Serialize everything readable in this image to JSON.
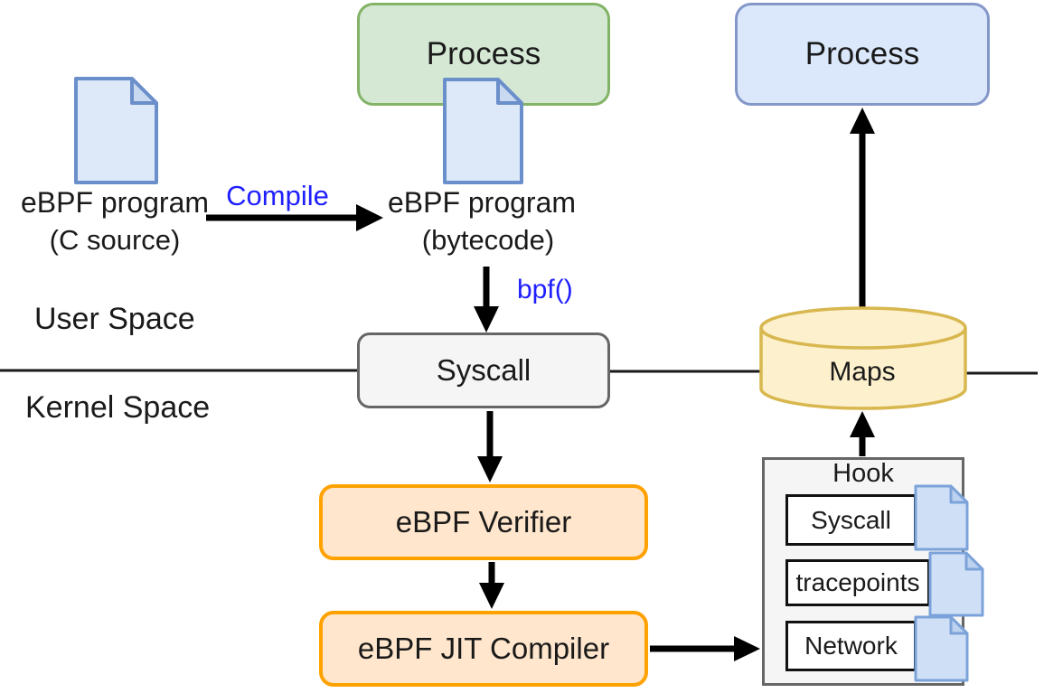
{
  "regions": {
    "user_space": "User Space",
    "kernel_space": "Kernel Space"
  },
  "nodes": {
    "process_user": {
      "label": "Process"
    },
    "process_right": {
      "label": "Process"
    },
    "source_doc": {
      "caption_line1": "eBPF program",
      "caption_line2": "(C source)"
    },
    "bytecode_doc": {
      "caption_line1": "eBPF program",
      "caption_line2": "(bytecode)"
    },
    "syscall_box": {
      "label": "Syscall"
    },
    "verifier_box": {
      "label": "eBPF Verifier"
    },
    "jit_box": {
      "label": "eBPF JIT Compiler"
    },
    "maps_cylinder": {
      "label": "Maps"
    },
    "hook_panel": {
      "title": "Hook",
      "items": [
        {
          "label": "Syscall"
        },
        {
          "label": "tracepoints"
        },
        {
          "label": "Network"
        }
      ]
    }
  },
  "edge_labels": {
    "compile": "Compile",
    "bpf_call": "bpf()"
  },
  "colors": {
    "process_user_fill": "#d5e8d4",
    "process_user_border": "#82b366",
    "process_right_fill": "#dbe8fb",
    "process_right_border": "#8497c9",
    "orange_fill": "#ffe6cc",
    "orange_border": "#ffa200",
    "gray_fill": "#f5f5f5",
    "gray_border": "#666666",
    "maps_fill": "#fdf0cc",
    "maps_border": "#d8b74f",
    "document_fill": "#dde9f9",
    "document_border": "#6b8fca",
    "edge_label_blue": "#1f1fff",
    "arrow_black": "#000000"
  }
}
